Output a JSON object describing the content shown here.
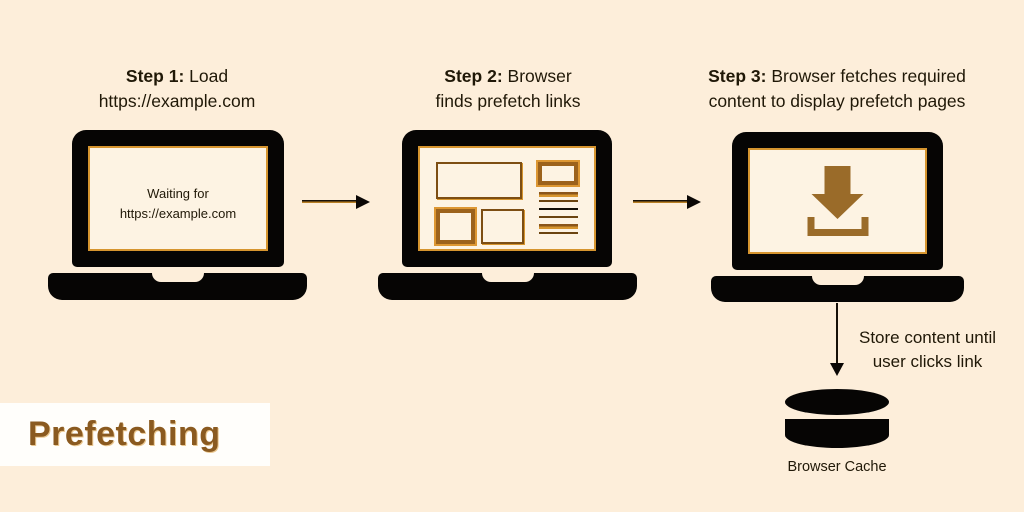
{
  "title": {
    "label": "Prefetching"
  },
  "steps": [
    {
      "bold": "Step 1:",
      "line1_rest": " Load",
      "line2": "https://example.com"
    },
    {
      "bold": "Step 2:",
      "line1_rest": " Browser",
      "line2": "finds prefetch links"
    },
    {
      "bold": "Step 3:",
      "line1_rest": " Browser fetches required",
      "line2": "content to display prefetch pages"
    }
  ],
  "laptop1_screen": {
    "line1": "Waiting for",
    "line2": "https://example.com"
  },
  "cache": {
    "note_line1": "Store content until",
    "note_line2": "user clicks link",
    "label": "Browser Cache"
  },
  "icons": {
    "laptop": "laptop-icon",
    "wireframe": "webpage-wireframe-icon",
    "download": "download-arrow-icon",
    "database": "database-cylinder-icon",
    "arrow_right": "arrow-right-icon",
    "arrow_down": "arrow-down-icon"
  },
  "colors": {
    "background": "#fdeeda",
    "ink": "#201807",
    "black": "#060504",
    "orange": "#d6952f",
    "brown": "#9a6b29",
    "dark_brown": "#7d4e13",
    "title_brown": "#8a5a20",
    "title_box": "#fffefb",
    "screen": "#fdf3e3"
  }
}
